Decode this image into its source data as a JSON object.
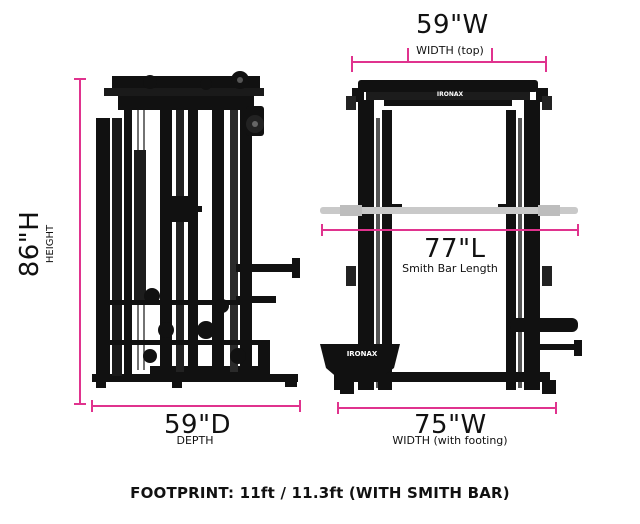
{
  "colors": {
    "dimension_line": "#e0338e",
    "frame": "#111111",
    "frame_highlight": "#3a3a3a",
    "bar": "#c9c9c9",
    "text": "#111111"
  },
  "side_view": {
    "height_value": "86\"H",
    "height_label": "HEIGHT",
    "depth_value": "59\"D",
    "depth_label": "DEPTH"
  },
  "front_view": {
    "top_width_value": "59\"W",
    "top_width_label": "WIDTH (top)",
    "bar_length_value": "77\"L",
    "bar_length_label": "Smith Bar Length",
    "footing_width_value": "75\"W",
    "footing_width_label": "WIDTH (with footing)",
    "brand_logo_text": "IRONAX",
    "bench_logo_text": "IRONAX"
  },
  "footprint_text": "FOOTPRINT: 11ft / 11.3ft (WITH SMITH BAR)"
}
